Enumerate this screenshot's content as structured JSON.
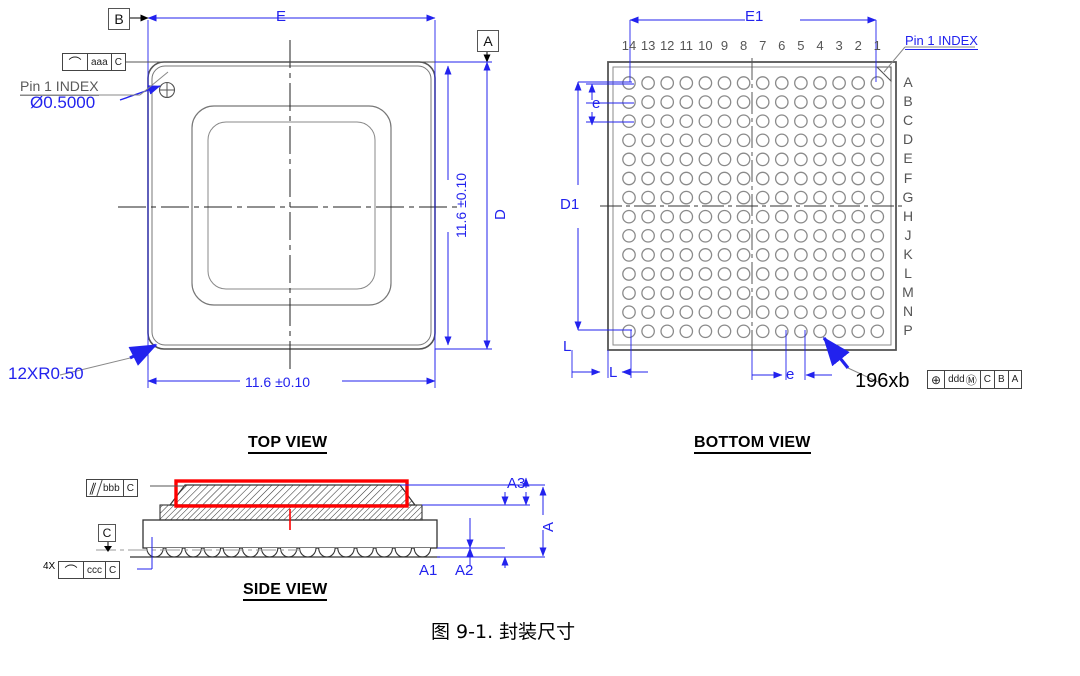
{
  "figure": {
    "caption": "图 9-1.  封装尺寸",
    "package_type": "BGA",
    "ball_count": 196
  },
  "views": {
    "top": {
      "title": "TOP VIEW"
    },
    "bottom": {
      "title": "BOTTOM VIEW"
    },
    "side": {
      "title": "SIDE VIEW"
    }
  },
  "top_view": {
    "datum_b": "B",
    "datum_a": "A",
    "dim_E": "E",
    "dim_D": "D",
    "dim_width": "11.6 ±0.10",
    "dim_height": "11.6 ±0.10",
    "pin1_index": "Pin  1   INDEX",
    "pin1_diameter": "Ø0.5000",
    "corner_radius": "12XR0.50",
    "fcf_flatness": {
      "symbol": "⌒",
      "tolerance": "aaa",
      "datum": "C"
    }
  },
  "bottom_view": {
    "dim_E1": "E1",
    "dim_D1": "D1",
    "dim_e_vertical": "e",
    "dim_e_horizontal": "e",
    "dim_L_left": "L",
    "dim_L_bottom": "L",
    "pin1_index": "Pin  1   INDEX",
    "ball_callout": "196xb",
    "fcf_position": {
      "symbol": "⊕",
      "tolerance": "ddd",
      "modifier": "Ⓜ",
      "datum1": "C",
      "datum2": "B",
      "datum3": "A"
    },
    "column_labels": [
      "14",
      "13",
      "12",
      "11",
      "10",
      "9",
      "8",
      "7",
      "6",
      "5",
      "4",
      "3",
      "2",
      "1"
    ],
    "row_labels": [
      "A",
      "B",
      "C",
      "D",
      "E",
      "F",
      "G",
      "H",
      "J",
      "K",
      "L",
      "M",
      "N",
      "P"
    ],
    "columns": 14,
    "rows": 14
  },
  "side_view": {
    "dim_A": "A",
    "dim_A1": "A1",
    "dim_A2": "A2",
    "dim_A3": "A3",
    "fcf_parallel": {
      "symbol": "∥",
      "tolerance": "bbb",
      "datum": "C"
    },
    "fcf_coplanar": {
      "prefix": "4X",
      "symbol": "⌒",
      "tolerance": "ccc",
      "datum": "C"
    },
    "datum_c": "C",
    "highlight_color": "#ff0000"
  },
  "colors": {
    "dimension_blue": "#2222ee",
    "outline_black": "#000000",
    "ball_gray": "#7a7a7a",
    "highlight_red": "#ff0000"
  }
}
